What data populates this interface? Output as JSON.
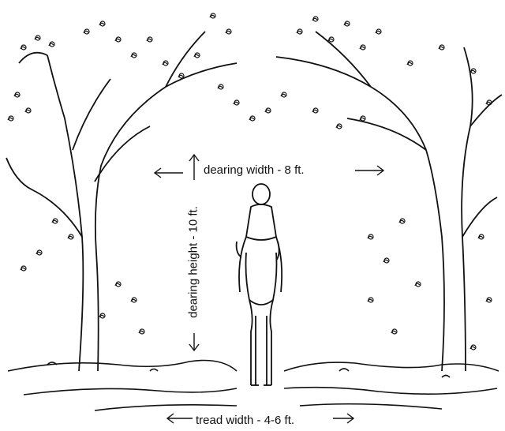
{
  "labels": {
    "clearing_width": "dearing width - 8 ft.",
    "clearing_height": "dearing height - 10 ft.",
    "tread_width": "tread width - 4-6 ft."
  },
  "colors": {
    "ink": "#111111",
    "paper": "#ffffff"
  }
}
